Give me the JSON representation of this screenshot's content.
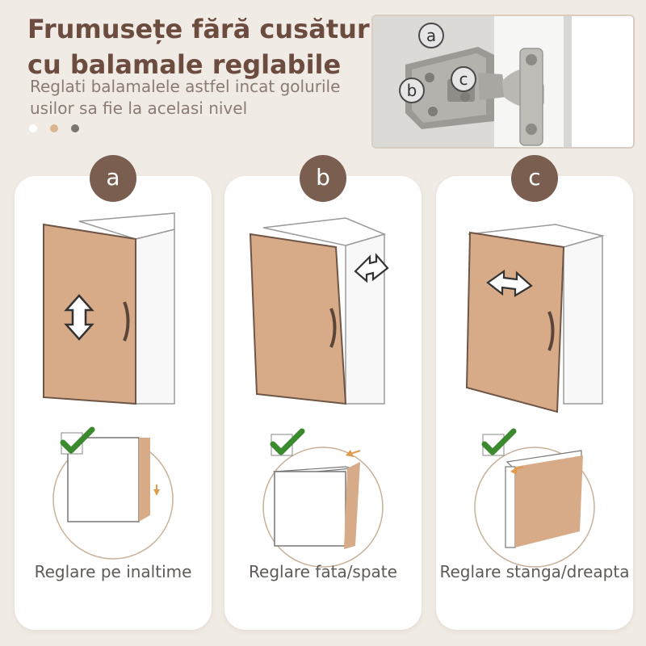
{
  "header": {
    "title_line1": "Frumusețe fără cusături",
    "title_line2": "cu balamale reglabile",
    "subtitle_line1": "Reglati balamalele astfel incat golurile",
    "subtitle_line2": "usilor sa fie la acelasi nivel"
  },
  "swatches": [
    "#ffffff",
    "#d9b48f",
    "#7b7470"
  ],
  "photo": {
    "labels": [
      "a",
      "b",
      "c"
    ]
  },
  "cards": [
    {
      "badge": "a",
      "caption": "Reglare pe inaltime"
    },
    {
      "badge": "b",
      "caption": "Reglare fata/spate"
    },
    {
      "badge": "c",
      "caption": "Reglare stanga/dreapta"
    }
  ],
  "colors": {
    "background": "#f1ebe5",
    "accent_brown": "#7a5e50",
    "door_wood": "#d8ab88",
    "check_green": "#3b8a2e"
  }
}
